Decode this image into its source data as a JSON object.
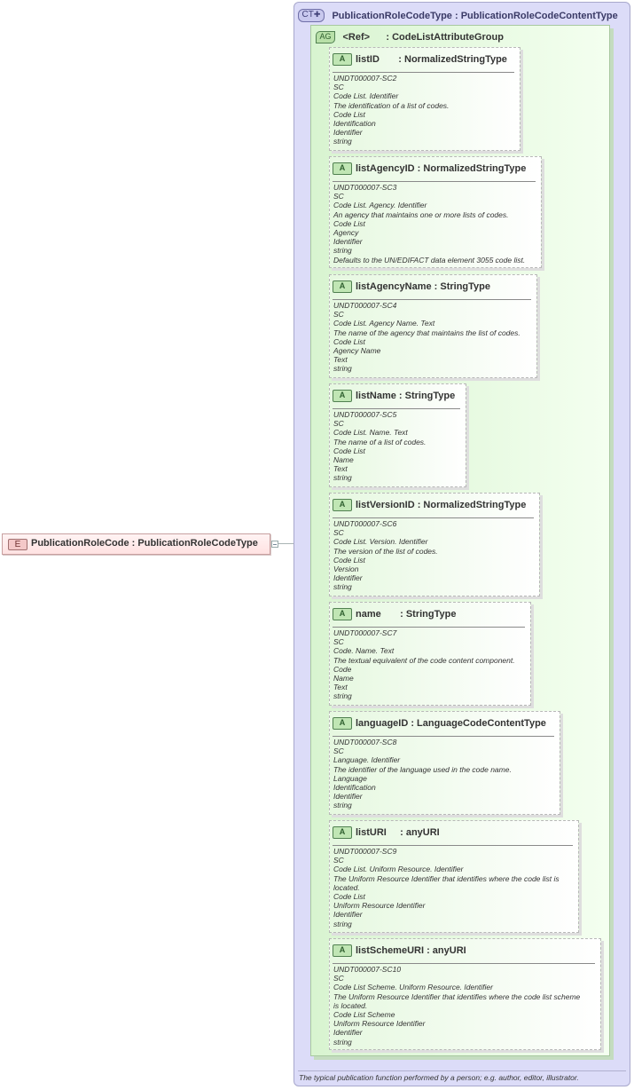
{
  "element": {
    "badge": "E",
    "label": "PublicationRoleCode : PublicationRoleCodeType"
  },
  "complex_type": {
    "badge": "CT",
    "title": "PublicationRoleCodeType : PublicationRoleCodeContentType"
  },
  "attribute_group": {
    "badge": "AG",
    "label": "<Ref>      : CodeListAttributeGroup"
  },
  "attributes": [
    {
      "badge": "A",
      "label": "listID       : NormalizedStringType",
      "doc": [
        "UNDT000007-SC2",
        "SC",
        "Code List. Identifier",
        "The identification of a list of codes.",
        "Code List",
        "Identification",
        "Identifier",
        "string"
      ]
    },
    {
      "badge": "A",
      "label": "listAgencyID : NormalizedStringType",
      "doc": [
        "UNDT000007-SC3",
        "SC",
        "Code List. Agency. Identifier",
        "An agency that maintains one or more lists of codes.",
        "Code List",
        "Agency",
        "Identifier",
        "string",
        "Defaults to the UN/EDIFACT data element 3055 code list."
      ]
    },
    {
      "badge": "A",
      "label": "listAgencyName : StringType",
      "doc": [
        "UNDT000007-SC4",
        "SC",
        "Code List. Agency Name. Text",
        "The name of the agency that maintains the list of codes.",
        "Code List",
        "Agency Name",
        "Text",
        "string"
      ]
    },
    {
      "badge": "A",
      "label": "listName : StringType",
      "doc": [
        "UNDT000007-SC5",
        "SC",
        "Code List. Name. Text",
        "The name of a list of codes.",
        "Code List",
        "Name",
        "Text",
        "string"
      ]
    },
    {
      "badge": "A",
      "label": "listVersionID : NormalizedStringType",
      "doc": [
        "UNDT000007-SC6",
        "SC",
        "Code List. Version. Identifier",
        "The version of the list of codes.",
        "Code List",
        "Version",
        "Identifier",
        "string"
      ]
    },
    {
      "badge": "A",
      "label": "name       : StringType",
      "doc": [
        "UNDT000007-SC7",
        "SC",
        "Code. Name. Text",
        "The textual equivalent of the code content component.",
        "Code",
        "Name",
        "Text",
        "string"
      ]
    },
    {
      "badge": "A",
      "label": "languageID : LanguageCodeContentType",
      "doc": [
        "UNDT000007-SC8",
        "SC",
        "Language. Identifier",
        "The identifier of the language used in the code name.",
        "Language",
        "Identification",
        "Identifier",
        "string"
      ]
    },
    {
      "badge": "A",
      "label": "listURI     : anyURI",
      "doc": [
        "UNDT000007-SC9",
        "SC",
        "Code List. Uniform Resource. Identifier",
        "The Uniform Resource Identifier that identifies where the code list is",
        "located.",
        "Code List",
        "Uniform Resource Identifier",
        "Identifier",
        "string"
      ]
    },
    {
      "badge": "A",
      "label": "listSchemeURI : anyURI",
      "doc": [
        "UNDT000007-SC10",
        "SC",
        "Code List Scheme. Uniform Resource. Identifier",
        "The Uniform Resource Identifier that identifies where the code list scheme",
        "is located.",
        "Code List Scheme",
        "Uniform Resource Identifier",
        "Identifier",
        "string"
      ]
    }
  ],
  "footer": {
    "documentation": "The typical publication function performed by a person; e.g. author, editor, illustrator."
  }
}
